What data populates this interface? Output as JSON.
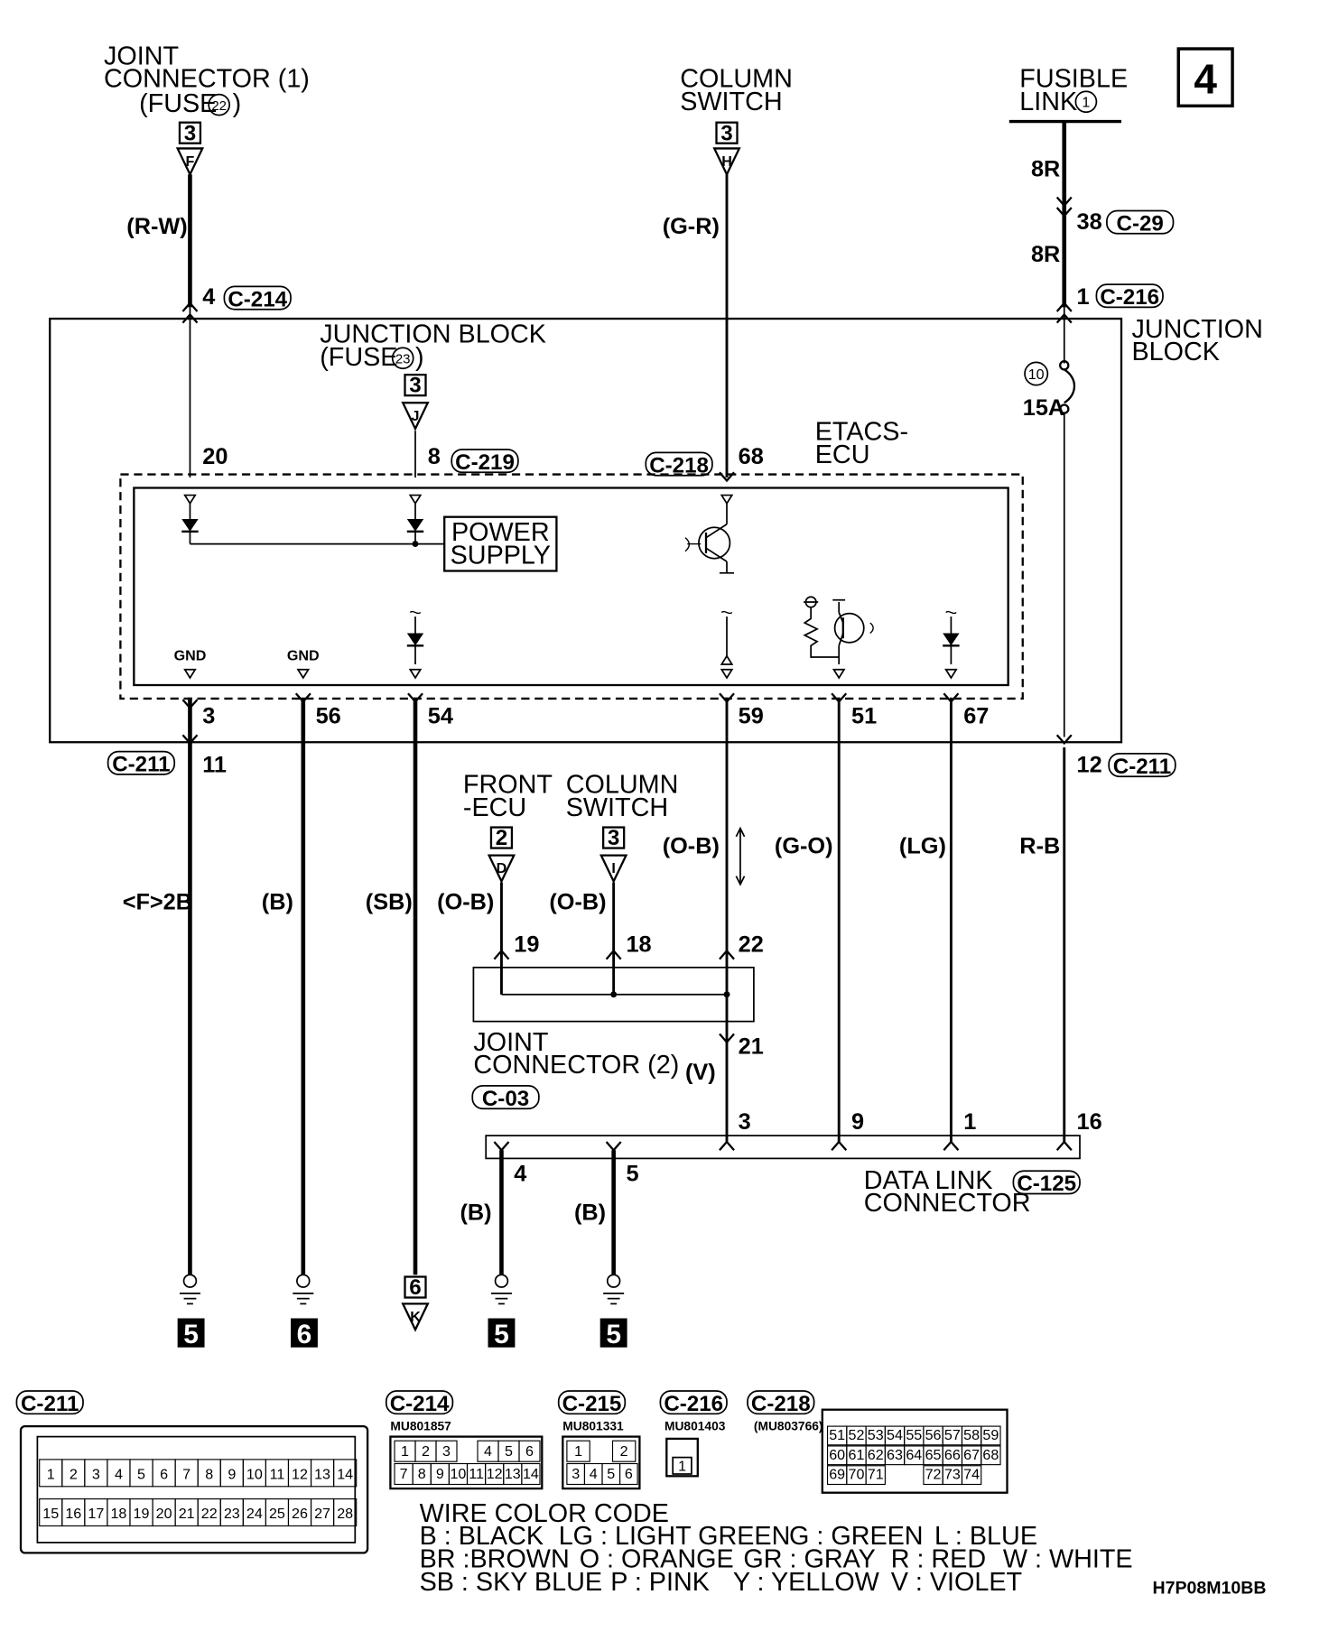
{
  "page_number": "4",
  "doc_code": "H7P08M10BB",
  "top_sources": {
    "joint_connector_1": {
      "line1": "JOINT",
      "line2": "CONNECTOR (1)",
      "line3a": "(FUSE",
      "fuse": "22",
      "line3b": ")",
      "page": "3",
      "letter": "F"
    },
    "column_switch": {
      "line1": "COLUMN",
      "line2": "SWITCH",
      "page": "3",
      "letter": "H"
    },
    "fusible_link": {
      "line1": "FUSIBLE",
      "line2a": "LINK",
      "circle": "1"
    }
  },
  "wires": {
    "rw": "(R-W)",
    "gr": "(G-R)",
    "r8a": "8R",
    "r8b": "8R",
    "f2b": "<F>2B",
    "b1": "(B)",
    "sb": "(SB)",
    "ob1": "(O-B)",
    "ob2": "(O-B)",
    "ob3": "(O-B)",
    "go": "(G-O)",
    "lg": "(LG)",
    "rb": "R-B",
    "v": "(V)",
    "b4": "(B)",
    "b5": "(B)"
  },
  "pins": {
    "p4": "4",
    "p38": "38",
    "p1": "1",
    "p20": "20",
    "p8": "8",
    "p68": "68",
    "p3": "3",
    "p56": "56",
    "p54": "54",
    "p59": "59",
    "p51": "51",
    "p67": "67",
    "p11": "11",
    "p12": "12",
    "p19": "19",
    "p18": "18",
    "p22": "22",
    "p21": "21",
    "d3": "3",
    "d9": "9",
    "d1": "1",
    "d16": "16",
    "d4": "4",
    "d5": "5"
  },
  "connectors": {
    "c214": "C-214",
    "c29": "C-29",
    "c216": "C-216",
    "c219": "C-219",
    "c218": "C-218",
    "c211a": "C-211",
    "c211b": "C-211",
    "c03": "C-03",
    "c125": "C-125"
  },
  "junction_block": {
    "line1": "JUNCTION",
    "line2": "BLOCK"
  },
  "jb_fuse": {
    "line1": "JUNCTION BLOCK",
    "line2a": "(FUSE",
    "fuse": "23",
    "line2b": ")",
    "page": "3",
    "letter": "J"
  },
  "fuse10": {
    "num": "10",
    "rating": "15A"
  },
  "etacs": {
    "line1": "ETACS-",
    "line2": "ECU"
  },
  "power_supply": {
    "line1": "POWER",
    "line2": "SUPPLY"
  },
  "gnd_labels": [
    "GND",
    "GND"
  ],
  "front_ecu": {
    "line1": "FRONT",
    "line2": "-ECU",
    "page": "2",
    "letter": "D"
  },
  "column_switch_2": {
    "line1": "COLUMN",
    "line2": "SWITCH",
    "page": "3",
    "letter": "I"
  },
  "joint_connector_2": {
    "line1": "JOINT",
    "line2": "CONNECTOR (2)"
  },
  "data_link": {
    "line1": "DATA LINK",
    "line2": "CONNECTOR"
  },
  "ground_refs": [
    "5",
    "6",
    "5",
    "5"
  ],
  "off_page_k": {
    "page": "6",
    "letter": "K"
  },
  "connector_views": {
    "c211": {
      "label": "C-211",
      "row1": [
        "1",
        "2",
        "3",
        "4",
        "5",
        "6",
        "7",
        "8",
        "9",
        "10",
        "11",
        "12",
        "13",
        "14"
      ],
      "row2": [
        "15",
        "16",
        "17",
        "18",
        "19",
        "20",
        "21",
        "22",
        "23",
        "24",
        "25",
        "26",
        "27",
        "28"
      ]
    },
    "c214": {
      "label": "C-214",
      "part": "MU801857",
      "row1": [
        "1",
        "2",
        "3",
        "",
        "4",
        "5",
        "6"
      ],
      "row2": [
        "7",
        "8",
        "9",
        "10",
        "11",
        "12",
        "13",
        "14"
      ]
    },
    "c215": {
      "label": "C-215",
      "part": "MU801331",
      "row1": [
        "1",
        "",
        "2"
      ],
      "row2": [
        "3",
        "4",
        "5",
        "6"
      ]
    },
    "c216": {
      "label": "C-216",
      "part": "MU801403",
      "row1": [
        "1"
      ]
    },
    "c218": {
      "label": "C-218",
      "part": "(MU803766)",
      "row1": [
        "51",
        "52",
        "53",
        "54",
        "55",
        "56",
        "57",
        "58",
        "59"
      ],
      "row2": [
        "60",
        "61",
        "62",
        "63",
        "64",
        "65",
        "66",
        "67",
        "68"
      ],
      "row3": [
        "69",
        "70",
        "71",
        "",
        "",
        "72",
        "73",
        "74"
      ]
    }
  },
  "color_code": {
    "title": "WIRE COLOR CODE",
    "row1": [
      "B : BLACK",
      "LG : LIGHT GREEN",
      "G : GREEN",
      "L : BLUE"
    ],
    "row2": [
      "BR :BROWN",
      "O : ORANGE",
      "GR : GRAY",
      "R : RED",
      "W : WHITE"
    ],
    "row3": [
      "SB : SKY BLUE",
      "P : PINK",
      "Y : YELLOW",
      "V : VIOLET"
    ]
  }
}
